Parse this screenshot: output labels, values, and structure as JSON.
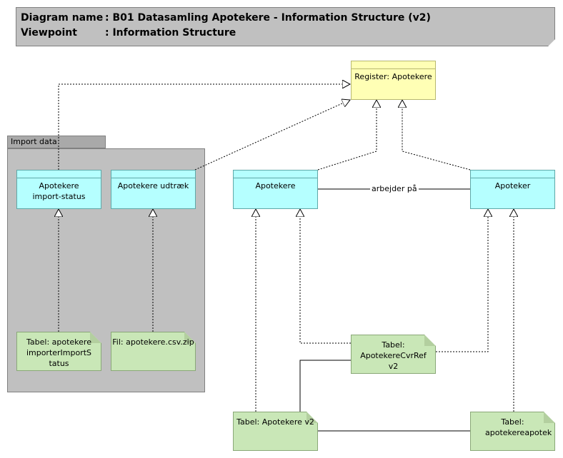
{
  "header": {
    "diagram_name_key": "Diagram name",
    "diagram_name": ": B01 Datasamling Apotekere - Information Structure (v2)",
    "viewpoint_key": "Viewpoint",
    "viewpoint": ": Information Structure"
  },
  "group": {
    "label": "Import data"
  },
  "objects": {
    "register": "Register: Apotekere",
    "import_status": "Apotekere import-status",
    "udtraek": "Apotekere udtræk",
    "apotekere": "Apotekere",
    "apoteker": "Apoteker"
  },
  "artifacts": {
    "tabel_importstatus": "Tabel: apotekereimporterImportStatus",
    "fil_zip": "Fil: apotekere.csv.zip",
    "tabel_cvrref": "Tabel: ApotekereCvrRef v2",
    "tabel_apotekere": "Tabel: Apotekere v2",
    "tabel_apotekereapotek": "Tabel: apotekereapotek"
  },
  "relations": {
    "arbejder_paa": "arbejder på"
  },
  "colors": {
    "data_object": "#b5ffff",
    "artifact": "#c9e7b7",
    "register": "#ffffb5",
    "group": "#c0c0c0"
  }
}
